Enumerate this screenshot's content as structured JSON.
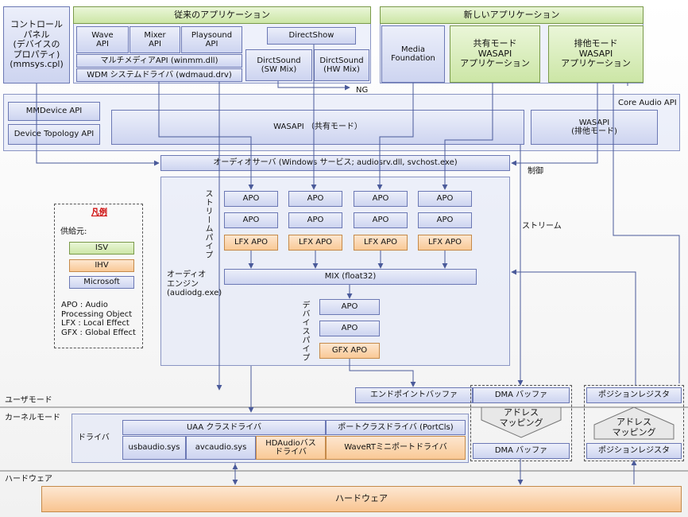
{
  "top": {
    "control_panel": "コントロール\nパネル\n(デバイスの\nプロパティ)\n(mmsys.cpl)",
    "legacy_header": "従来のアプリケーション",
    "wave_api": "Wave\nAPI",
    "mixer_api": "Mixer\nAPI",
    "playsound_api": "Playsound\nAPI",
    "multimedia_api": "マルチメディアAPI (winmm.dll)",
    "wdm_driver": "WDM システムドライバ (wdmaud.drv)",
    "directshow": "DirectShow",
    "directsound_sw": "DirctSound\n(SW Mix)",
    "directsound_hw": "DirctSound\n(HW Mix)",
    "ng": "NG",
    "new_header": "新しいアプリケーション",
    "media_foundation": "Media\nFoundation",
    "shared_app": "共有モード\nWASAPI\nアプリケーション",
    "exclusive_app": "排他モード\nWASAPI\nアプリケーション"
  },
  "core_audio": {
    "label": "Core Audio API",
    "mmdevice": "MMDevice API",
    "device_topology": "Device Topology API",
    "wasapi_shared": "WASAPI （共有モード）",
    "wasapi_exclusive": "WASAPI\n(排他モード)"
  },
  "audio_server": "オーディオサーバ (Windows サービス; audiosrv.dll, svchost.exe)",
  "control_label": "制御",
  "stream_label": "ストリーム",
  "engine": {
    "stream_pipe_label": "ストリームパイプ",
    "device_pipe_label": "デバイスパイプ",
    "engine_label": "オーディオ\nエンジン\n(audiodg.exe)",
    "apo": "APO",
    "lfx_apo": "LFX APO",
    "mix": "MIX (float32)",
    "gfx_apo": "GFX APO"
  },
  "legend": {
    "title": "凡例",
    "supplier": "供給元:",
    "isv": "ISV",
    "ihv": "IHV",
    "microsoft": "Microsoft",
    "notes": "APO : Audio\nProcessing Object\nLFX : Local Effect\nGFX : Global Effect"
  },
  "buffers": {
    "endpoint_buffer": "エンドポイントバッファ",
    "dma_buffer_user": "DMA バッファ",
    "position_register_user": "ポジションレジスタ",
    "address_mapping_1": "アドレス\nマッピング",
    "address_mapping_2": "アドレス\nマッピング",
    "dma_buffer_kernel": "DMA バッファ",
    "position_register_kernel": "ポジションレジスタ"
  },
  "modes": {
    "user_mode": "ユーザモード",
    "kernel_mode": "カーネルモード",
    "hardware_section": "ハードウェア"
  },
  "drivers": {
    "driver_label": "ドライバ",
    "uaa_class": "UAA クラスドライバ",
    "port_class": "ポートクラスドライバ (PortCls)",
    "usbaudio": "usbaudio.sys",
    "avcaudio": "avcaudio.sys",
    "hdaudio": "HDAudioバス\nドライバ",
    "wavert": "WaveRTミニポートドライバ"
  },
  "hardware": "ハードウェア",
  "colors": {
    "microsoft": "#cdd4f0",
    "isv": "#cce6a6",
    "ihv": "#f9c996",
    "legend_title": "#cc0000"
  }
}
